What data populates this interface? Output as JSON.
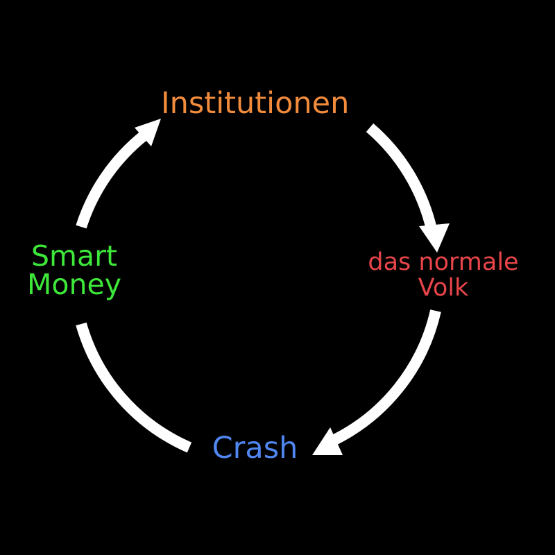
{
  "diagram": {
    "type": "cycle",
    "background_color": "#000000",
    "arrow_color": "#ffffff",
    "nodes": [
      {
        "id": "institutionen",
        "lines": [
          "Institutionen"
        ],
        "color": "#f28c3c"
      },
      {
        "id": "volk",
        "lines": [
          "das normale",
          "Volk"
        ],
        "color": "#e8454a"
      },
      {
        "id": "crash",
        "lines": [
          "Crash"
        ],
        "color": "#4f86f0"
      },
      {
        "id": "smart-money",
        "lines": [
          "Smart",
          "Money"
        ],
        "color": "#3ee83a"
      }
    ],
    "edges": [
      {
        "from": "institutionen",
        "to": "volk"
      },
      {
        "from": "volk",
        "to": "crash"
      },
      {
        "from": "crash",
        "to": "smart-money"
      },
      {
        "from": "smart-money",
        "to": "institutionen"
      }
    ]
  }
}
